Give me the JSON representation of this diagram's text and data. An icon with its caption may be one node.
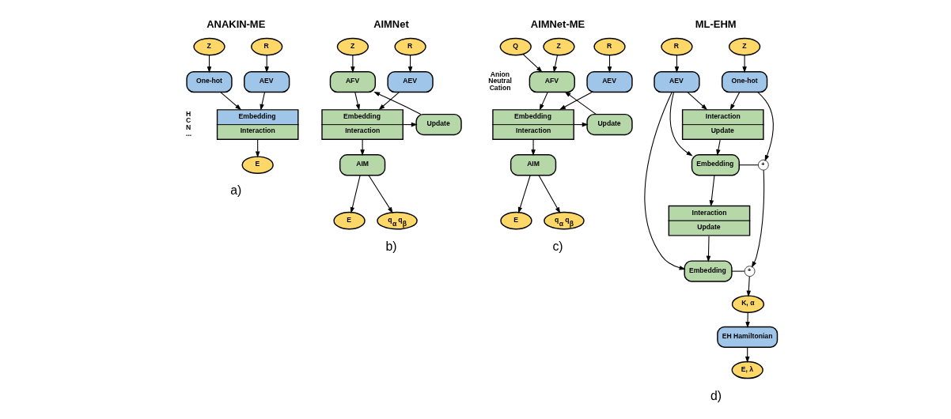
{
  "diagram": {
    "nodes": [
      {
        "text": [
          "R"
        ]
      },
      {
        "text": [
          "Z"
        ]
      },
      {
        "text": [
          "AEV"
        ]
      },
      {
        "text": [
          "One-hot"
        ]
      },
      {
        "text": [
          "Embedding",
          "Interaction"
        ],
        "beside": [
          "H",
          "C",
          "N",
          "..."
        ]
      },
      {
        "text": [
          "E"
        ]
      },
      {
        "text": [
          "R"
        ]
      },
      {
        "text": [
          "Z"
        ]
      },
      {
        "text": [
          "AEV"
        ]
      },
      {
        "text": [
          "AFV"
        ]
      },
      {
        "text": [
          "Embedding",
          "Interaction"
        ]
      },
      {
        "text": [
          "Update"
        ]
      },
      {
        "text": [
          "AIM"
        ]
      },
      {
        "text": [
          "E"
        ]
      },
      {
        "text": [
          "q$_{α}$ q$_{β}$"
        ]
      },
      {
        "text": [
          "R"
        ]
      },
      {
        "text": [
          "Z"
        ]
      },
      {
        "text": [
          "Q"
        ]
      },
      {
        "text": [
          "AEV"
        ]
      },
      {
        "text": [
          "AFV"
        ],
        "beside": [
          "Anion",
          "Neutral",
          "Cation"
        ]
      },
      {
        "text": [
          "Embedding",
          "Interaction"
        ]
      },
      {
        "text": [
          "Update"
        ]
      },
      {
        "text": [
          "AIM"
        ]
      },
      {
        "text": [
          "E"
        ]
      },
      {
        "text": [
          "q$_{α}$ q$_{β}$"
        ]
      },
      {
        "text": [
          "R"
        ]
      },
      {
        "text": [
          "Z"
        ]
      },
      {
        "text": [
          "AEV"
        ]
      },
      {
        "text": [
          "One-hot"
        ]
      },
      {
        "text": [
          "Interaction",
          "Update"
        ]
      },
      {
        "text": [
          "Embedding"
        ]
      },
      {
        "text": [
          "+"
        ]
      },
      {
        "text": [
          "Interaction",
          "Update"
        ]
      },
      {
        "text": [
          "Embedding"
        ]
      },
      {
        "text": [
          "+"
        ]
      },
      {
        "text": [
          "K, α"
        ]
      },
      {
        "text": [
          "EH Hamiltonian"
        ]
      },
      {
        "text": [
          "E, λ"
        ]
      }
    ],
    "edges": [
      {
        "from": 0,
        "to": 2,
        "arrow": "to"
      },
      {
        "from": 1,
        "to": 3,
        "arrow": "to"
      },
      {
        "from": 2,
        "to": 4,
        "arrow": "to"
      },
      {
        "from": 3,
        "to": 4,
        "arrow": "to"
      },
      {
        "from": 4,
        "to": 5,
        "arrow": "to"
      },
      {
        "from": 6,
        "to": 8,
        "arrow": "to"
      },
      {
        "from": 7,
        "to": 9,
        "arrow": "to"
      },
      {
        "from": 8,
        "to": 10,
        "arrow": "to"
      },
      {
        "from": 9,
        "to": 10,
        "arrow": "to"
      },
      {
        "from": 10,
        "to": 11,
        "arrow": "to"
      },
      {
        "from": 11,
        "to": 9,
        "arrow": "to"
      },
      {
        "from": 10,
        "to": 12,
        "arrow": "to"
      },
      {
        "from": 12,
        "to": 13,
        "arrow": "to"
      },
      {
        "from": 12,
        "to": 14,
        "arrow": "to"
      },
      {
        "from": 15,
        "to": 18,
        "arrow": "to"
      },
      {
        "from": 16,
        "to": 19,
        "arrow": "to"
      },
      {
        "from": 17,
        "to": 19,
        "arrow": "to"
      },
      {
        "from": 18,
        "to": 20,
        "arrow": "to"
      },
      {
        "from": 19,
        "to": 20,
        "arrow": "to"
      },
      {
        "from": 20,
        "to": 21,
        "arrow": "to"
      },
      {
        "from": 21,
        "to": 19,
        "arrow": "to"
      },
      {
        "from": 20,
        "to": 22,
        "arrow": "to"
      },
      {
        "from": 22,
        "to": 23,
        "arrow": "to"
      },
      {
        "from": 22,
        "to": 24,
        "arrow": "to"
      },
      {
        "from": 25,
        "to": 27,
        "arrow": "to"
      },
      {
        "from": 26,
        "to": 28,
        "arrow": "to"
      },
      {
        "from": 27,
        "to": 29,
        "arrow": "to"
      },
      {
        "from": 28,
        "to": 29,
        "arrow": "to"
      },
      {
        "from": 29,
        "to": 30,
        "arrow": "to"
      },
      {
        "from": 27,
        "to": 30,
        "arrow": "to"
      },
      {
        "from": 28,
        "to": 31,
        "arrow": "to"
      },
      {
        "from": 30,
        "to": 31,
        "arrow": "none"
      },
      {
        "from": 30,
        "to": 32,
        "arrow": "to"
      },
      {
        "from": 32,
        "to": 33,
        "arrow": "to"
      },
      {
        "from": 27,
        "to": 33,
        "arrow": "to"
      },
      {
        "from": 33,
        "to": 34,
        "arrow": "none"
      },
      {
        "from": 31,
        "to": 34,
        "arrow": "to"
      },
      {
        "from": 34,
        "to": 35,
        "arrow": "to"
      },
      {
        "from": 35,
        "to": 36,
        "arrow": "to"
      },
      {
        "from": 36,
        "to": 37,
        "arrow": "to"
      }
    ],
    "labels": [
      "ANAKIN-ME",
      "AIMNet",
      "AIMNet-ME",
      "ML-EHM",
      "a)",
      "b)",
      "c)",
      "d)"
    ]
  }
}
